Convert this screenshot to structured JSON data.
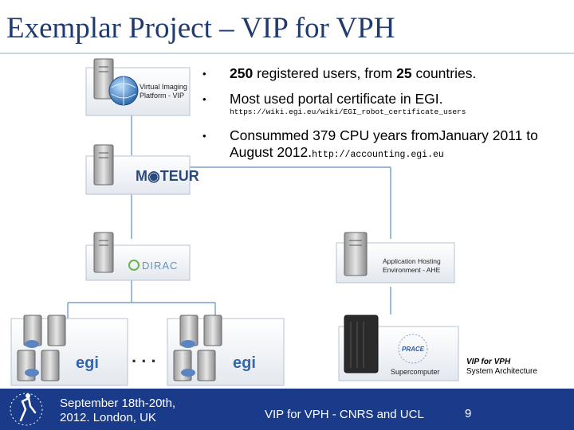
{
  "title": "Exemplar Project – VIP for VPH",
  "bullets": {
    "b1_num1": "250",
    "b1_text1": " registered users, from ",
    "b1_num2": "25",
    "b1_text2": " countries.",
    "b2_text": "Most used portal certificate in EGI.",
    "b2_url": "https://wiki.egi.eu/wiki/EGI_robot_certificate_users",
    "b3_text": "Consummed 379 CPU years fromJanuary 2011 to August 2012.",
    "b3_url": "http://accounting.egi.eu"
  },
  "diagram": {
    "vip_label_1": "Virtual Imaging",
    "vip_label_2": "Platform - VIP",
    "moteur_label": "M◉TEUR",
    "dirac_label": "DIRAC",
    "ahe_label_1": "Application Hosting",
    "ahe_label_2": "Environment - AHE",
    "egi_label": "egi",
    "ellipsis": ". . .",
    "prace_label": "PRACE",
    "super_label": "Supercomputer"
  },
  "caption": {
    "line1": "VIP for VPH",
    "line2": "System Architecture"
  },
  "footer": {
    "date_line1": "September 18th-20th,",
    "date_line2": "2012. London, UK",
    "center": "VIP for VPH - CNRS and UCL",
    "page": "9"
  },
  "colors": {
    "title": "#1f3a6e",
    "footer_bg": "#1a3a8a",
    "link_line": "#5b8fc7"
  }
}
